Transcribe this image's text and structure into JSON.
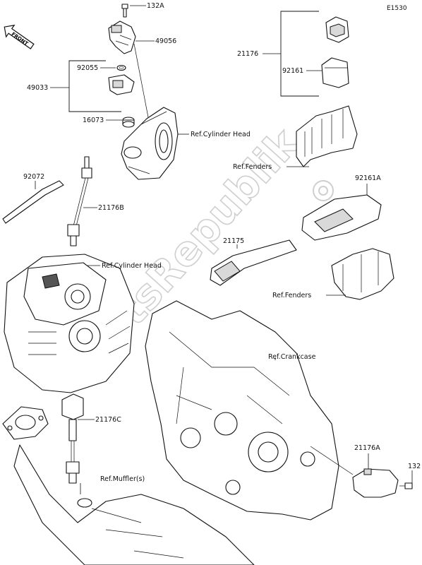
{
  "diagram_code": "E1530",
  "front_badge": "FRONT",
  "watermark": "PartsRepublik",
  "labels": {
    "p132A": "132A",
    "p49056": "49056",
    "p92055": "92055",
    "p49033": "49033",
    "p16073": "16073",
    "p21176": "21176",
    "p92161": "92161",
    "p92072": "92072",
    "p21176B": "21176B",
    "p92161A": "92161A",
    "p21175": "21175",
    "p21176C": "21176C",
    "p21176A": "21176A",
    "p132": "132"
  },
  "refs": {
    "cyl_head_top": "Ref.Cylinder Head",
    "fenders_top": "Ref.Fenders",
    "cyl_head_mid": "Ref.Cylinder Head",
    "fenders_mid": "Ref.Fenders",
    "crankcase": "Ref.Crankcase",
    "muffler": "Ref.Muffler(s)"
  }
}
